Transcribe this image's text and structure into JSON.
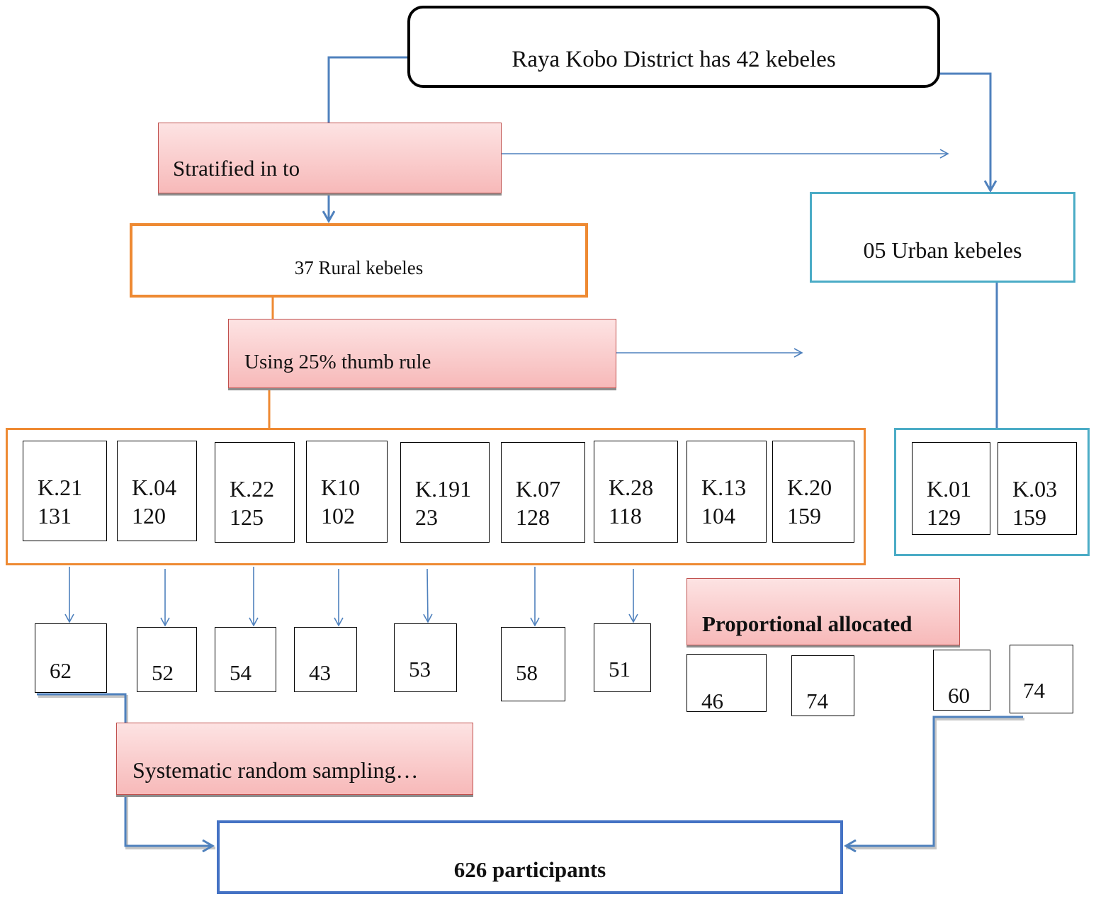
{
  "district": {
    "title": "Raya Kobo District has 42 kebeles"
  },
  "steps": {
    "stratified": "Stratified in to",
    "rural": "37 Rural kebeles",
    "urban": "05 Urban kebeles",
    "thumb_rule": "Using 25% thumb rule",
    "proportional": "Proportional allocated",
    "systematic": "Systematic random sampling…",
    "participants": "626 participants"
  },
  "rural_kebeles": [
    {
      "name": "K.21",
      "value": "131"
    },
    {
      "name": "K.04",
      "value": "120"
    },
    {
      "name": "K.22",
      "value": "125"
    },
    {
      "name": "K10",
      "value": "102"
    },
    {
      "name": "K.191",
      "value": "23"
    },
    {
      "name": "K.07",
      "value": "128"
    },
    {
      "name": "K.28",
      "value": "118"
    },
    {
      "name": "K.13",
      "value": "104"
    },
    {
      "name": "K.20",
      "value": "159"
    }
  ],
  "urban_kebeles": [
    {
      "name": "K.01",
      "value": "129"
    },
    {
      "name": "K.03",
      "value": "159"
    }
  ],
  "samples": [
    "62",
    "52",
    "54",
    "43",
    "53",
    "58",
    "51",
    "46",
    "74",
    "60",
    "74"
  ]
}
